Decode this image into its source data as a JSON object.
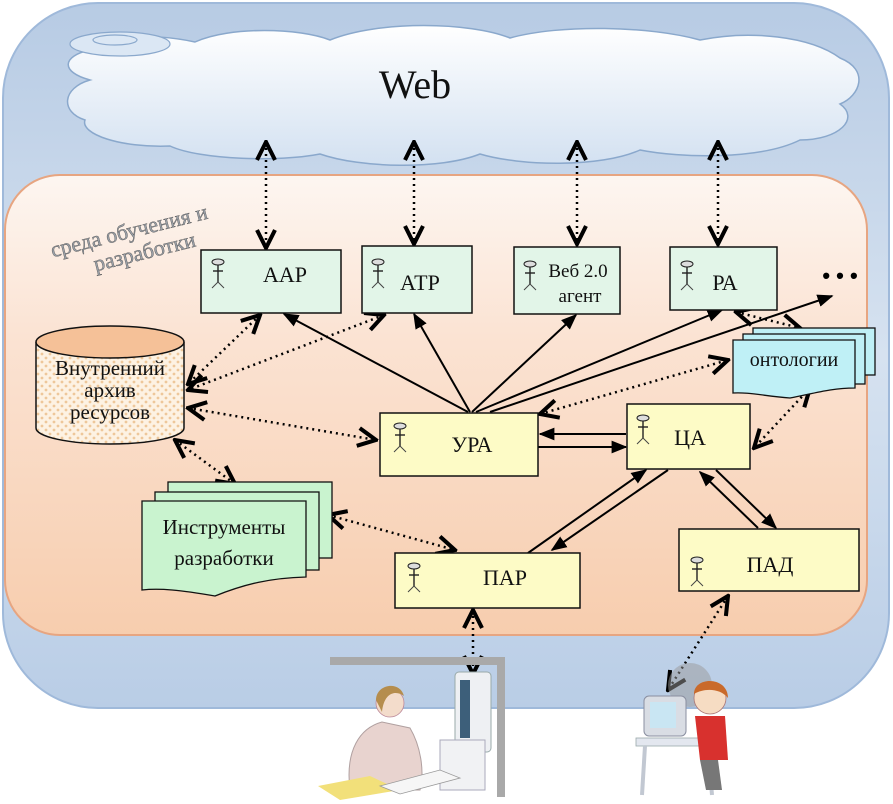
{
  "web": {
    "label": "Web"
  },
  "environment": {
    "label_line1": "среда обучения и",
    "label_line2": "разработки"
  },
  "agents": {
    "aap": "ААР",
    "atp": "АТР",
    "web20_line1": "Веб 2.0",
    "web20_line2": "агент",
    "pa": "РА",
    "ellipsis": "• • •",
    "ypa": "УРА",
    "ca": "ЦА",
    "par": "ПАР",
    "pad": "ПАД"
  },
  "archive": {
    "line1": "Внутренний",
    "line2": "архив",
    "line3": "ресурсов"
  },
  "tools": {
    "line1": "Инструменты",
    "line2": "разработки"
  },
  "ontology": {
    "label": "онтологии"
  },
  "colors": {
    "outer_bg": "#c9d9ec",
    "env_bg": "#f9d3b8",
    "agent_green": "#e2f5e8",
    "agent_yellow": "#fdfbc6",
    "ontology": "#bff0f6",
    "tools": "#c9f3cf"
  }
}
